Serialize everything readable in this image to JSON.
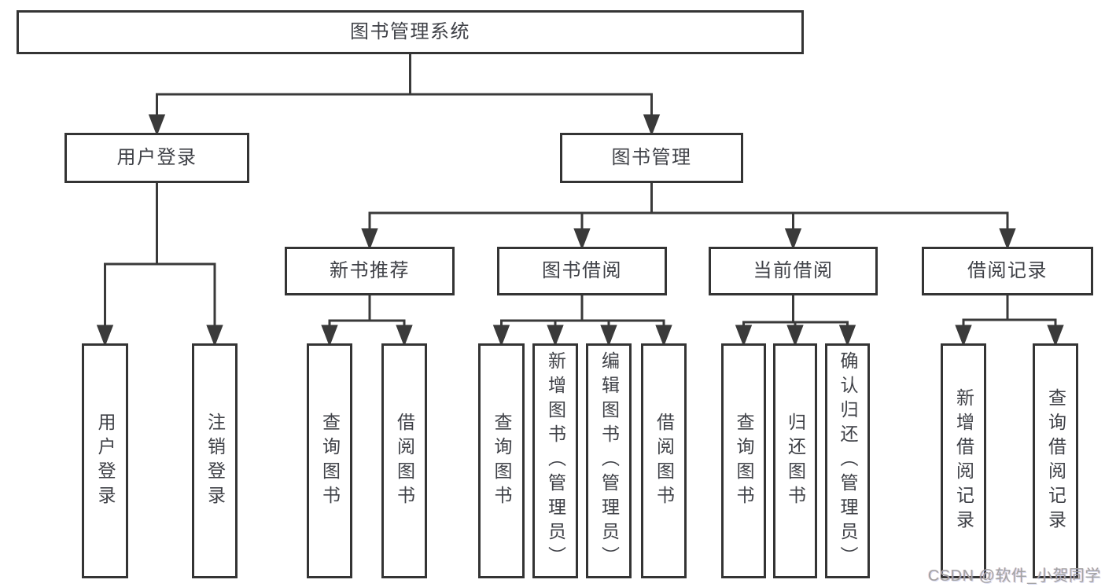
{
  "diagram": {
    "type": "hierarchy-tree",
    "root": {
      "label": "图书管理系统"
    },
    "user_login": {
      "label": "用户登录",
      "children": [
        {
          "label": "用户登录"
        },
        {
          "label": "注销登录"
        }
      ]
    },
    "book_management": {
      "label": "图书管理",
      "children": [
        {
          "label": "新书推荐",
          "children": [
            {
              "label": "查询图书"
            },
            {
              "label": "借阅图书"
            }
          ]
        },
        {
          "label": "图书借阅",
          "children": [
            {
              "label": "查询图书"
            },
            {
              "label": "新增图书（管理员）"
            },
            {
              "label": "编辑图书（管理员）"
            },
            {
              "label": "借阅图书"
            }
          ]
        },
        {
          "label": "当前借阅",
          "children": [
            {
              "label": "查询图书"
            },
            {
              "label": "归还图书"
            },
            {
              "label": "确认归还（管理员）"
            }
          ]
        },
        {
          "label": "借阅记录",
          "children": [
            {
              "label": "新增借阅记录"
            },
            {
              "label": "查询借阅记录"
            }
          ]
        }
      ]
    }
  },
  "watermark": {
    "text": "CSDN @软件_小贺同学"
  },
  "colors": {
    "line": "#3a3a3a",
    "box_border": "#343434",
    "text": "#3f4147",
    "background": "#ffffff",
    "watermark": "#a3a3a3"
  }
}
